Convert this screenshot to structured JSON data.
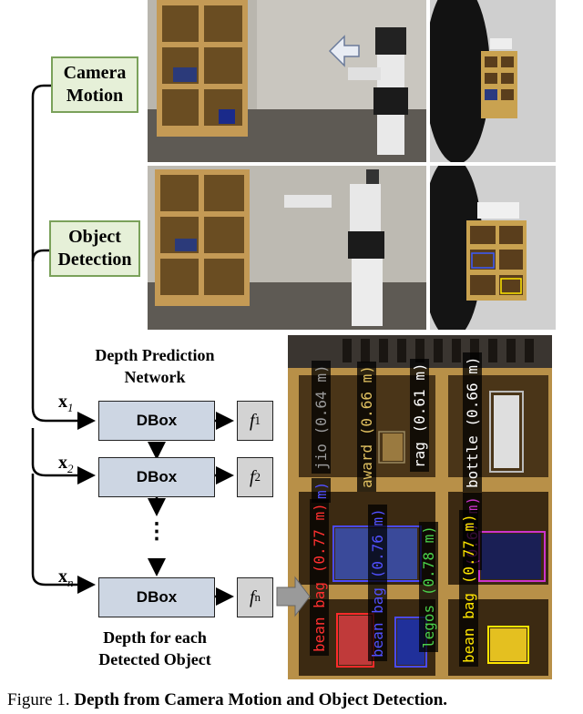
{
  "diagram": {
    "camera_motion_label": "Camera\nMotion",
    "object_detection_label": "Object\nDetection",
    "network_title": "Depth Prediction\nNetwork",
    "output_title": "Depth for each\nDetected Object",
    "dbox_label": "DBox",
    "inputs": [
      {
        "sym": "x",
        "sub": "1"
      },
      {
        "sym": "x",
        "sub": "2"
      },
      {
        "sym": "x",
        "sub": "n"
      }
    ],
    "outputs": [
      {
        "sym": "f",
        "sub": "1"
      },
      {
        "sym": "f",
        "sub": "2"
      },
      {
        "sym": "f",
        "sub": "n"
      }
    ],
    "ellipsis": "⋮"
  },
  "detections": [
    {
      "text": "jio (0.64 m)",
      "color": "#9a9a9a"
    },
    {
      "text": "award (0.66 m)",
      "color": "#e0c060"
    },
    {
      "text": "rag (0.61 m)",
      "color": "#ffffff"
    },
    {
      "text": "bottle (0.66 m)",
      "color": "#ffffff"
    },
    {
      "text": "bean bag (0.77 m)",
      "color": "#ff3030"
    },
    {
      "text": "bean bag (0.76 m)",
      "color": "#5050ff"
    },
    {
      "text": "legos (0.78 m)",
      "color": "#4ad04a"
    },
    {
      "text": "bean bag (0.77 m)",
      "color": "#ffe600"
    },
    {
      "text": "(0.67 m)",
      "color": "#cc33cc"
    },
    {
      "text": "m)",
      "color": "#5050ff"
    }
  ],
  "caption": {
    "prefix": "Figure 1.",
    "bold": "Depth from Camera Motion and Object Detection."
  },
  "colors": {
    "green_border": "#7aa15a",
    "green_fill": "#e6f0d8",
    "dbox_fill": "#cdd6e3",
    "fbox_fill": "#d3d3d3"
  }
}
